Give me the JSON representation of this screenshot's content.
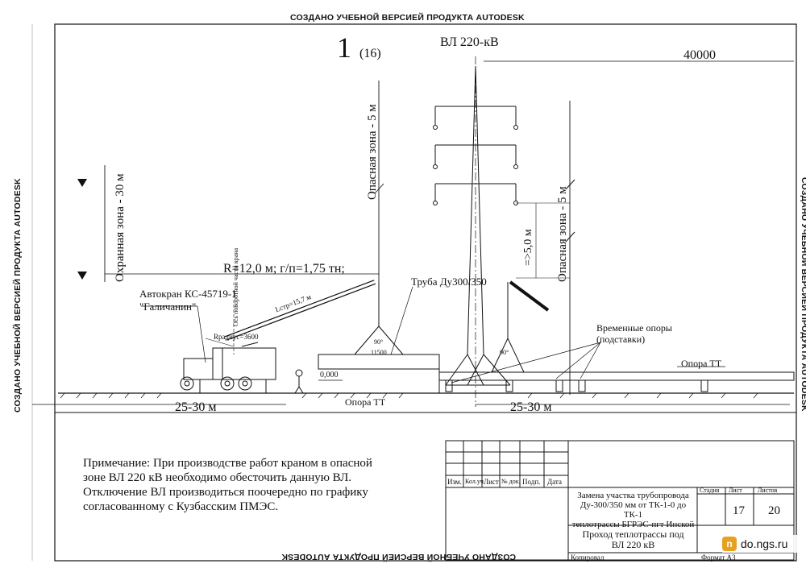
{
  "watermark": "СОЗДАНО УЧЕБНОЙ ВЕРСИЕЙ ПРОДУКТА AUTODESK",
  "header": {
    "number": "1",
    "number_sub": "(16)",
    "line_title": "ВЛ 220-кВ",
    "dim_top": "40000"
  },
  "zones": {
    "guard": "Охранная зона - 30 м",
    "danger_left": "Опасная зона - 5 м",
    "danger_right": "Опасная зона - 5 м",
    "min_clear": "=>5,0 м"
  },
  "crane": {
    "params": "R=12,0 м; г/п=1,75 тн;",
    "name": "Автокран КС-45719-1",
    "name2": "\"Галичанин\"",
    "boom": "Lстр=15,7 м",
    "axis": "Ось поворотной части крана",
    "radius": "Rрадиус=3600"
  },
  "labels": {
    "pipe": "Труба Ду300/350",
    "span": "11500",
    "angle": "90°",
    "temp_supports": "Временные опоры",
    "temp_supports2": "(подставки)",
    "support_tt_right": "Опора ТТ",
    "support_tt_bottom": "Опора ТТ",
    "level": "0,000",
    "dist_left": "25-30 м",
    "dist_right": "25-30 м"
  },
  "note": {
    "line1": "Примечание: При производстве работ краном в опасной",
    "line2": "зоне ВЛ 220 кВ необходимо обесточить данную ВЛ.",
    "line3": "Отключение ВЛ производиться поочередно по графику",
    "line4": "согласованному с Кузбасским ПМЭС."
  },
  "titleblock": {
    "headers": [
      "Изм.",
      "Кол.уч",
      "Лист",
      "№ док.",
      "Подп.",
      "Дата"
    ],
    "project_line1": "Замена участка трубопровода",
    "project_line2": "Ду-300/350 мм от ТК-1-0 до ТК-1",
    "project_line3": "теплотрассы БГРЭС-пгт Инской",
    "stage_h": "Стадия",
    "sheet_h": "Лист",
    "sheets_h": "Листов",
    "sheet": "17",
    "sheets": "20",
    "drawing_line1": "Проход теплотрассы под",
    "drawing_line2": "ВЛ 220 кВ",
    "copied": "Копировал",
    "format": "Формат А3"
  },
  "site_badge": "do.ngs.ru",
  "colors": {
    "ink": "#111111",
    "badge": "#e8a020"
  }
}
